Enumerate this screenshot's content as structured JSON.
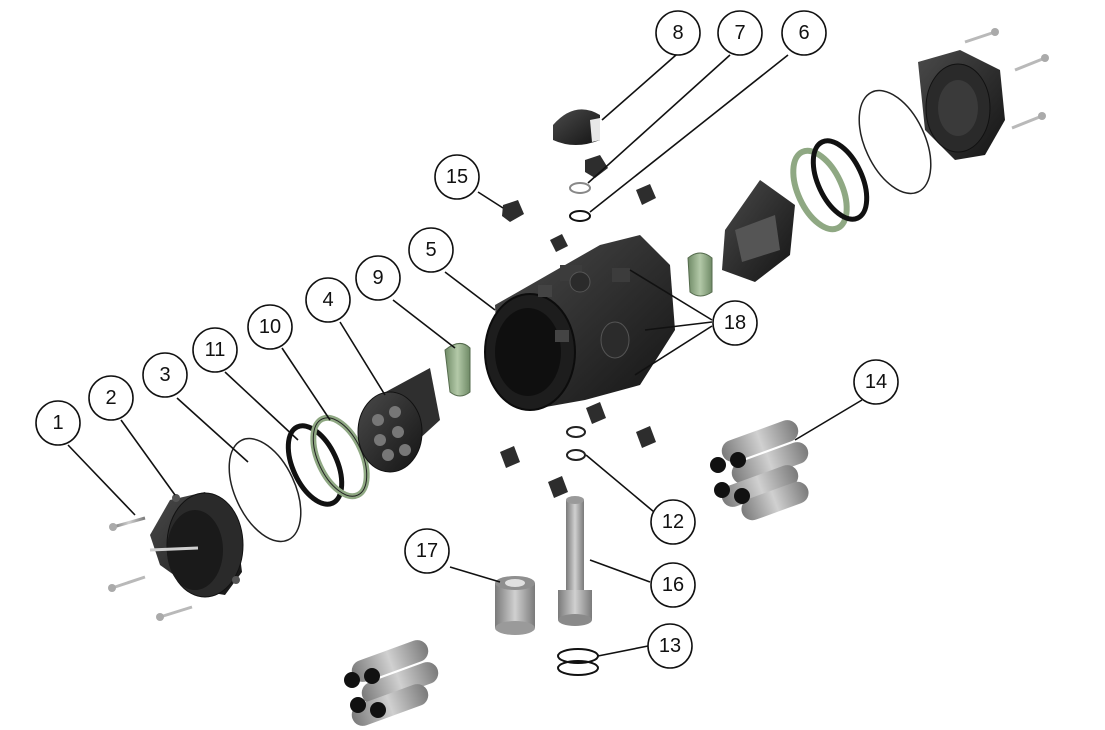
{
  "callouts": [
    {
      "id": "1",
      "label": "1"
    },
    {
      "id": "2",
      "label": "2"
    },
    {
      "id": "3",
      "label": "3"
    },
    {
      "id": "4",
      "label": "4"
    },
    {
      "id": "5",
      "label": "5"
    },
    {
      "id": "6",
      "label": "6"
    },
    {
      "id": "7",
      "label": "7"
    },
    {
      "id": "8",
      "label": "8"
    },
    {
      "id": "9",
      "label": "9"
    },
    {
      "id": "10",
      "label": "10"
    },
    {
      "id": "11",
      "label": "11"
    },
    {
      "id": "12",
      "label": "12"
    },
    {
      "id": "13",
      "label": "13"
    },
    {
      "id": "14",
      "label": "14"
    },
    {
      "id": "15",
      "label": "15"
    },
    {
      "id": "16",
      "label": "16"
    },
    {
      "id": "17",
      "label": "17"
    },
    {
      "id": "18",
      "label": "18"
    }
  ],
  "colors": {
    "part_dark": "#1e1e1e",
    "part_mid": "#3a3a3a",
    "part_light": "#9a9a9a",
    "seal_green": "#8fa883",
    "metal": "#b9b9b9",
    "outline": "#111111"
  }
}
